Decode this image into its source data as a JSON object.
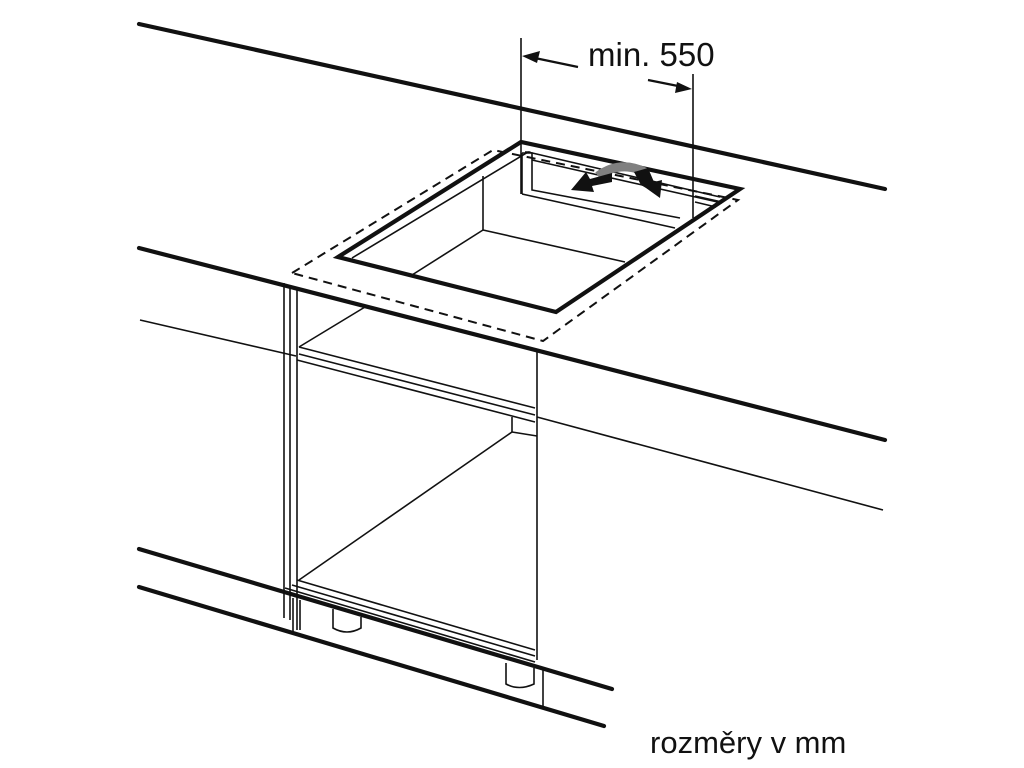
{
  "diagram": {
    "type": "installation-drawing",
    "subject": "built-in cooktop countertop cutout above base cabinet",
    "dimension": {
      "label": "min. 550",
      "meaning": "minimum width between cutout edges"
    },
    "units_note": "rozměry v mm",
    "colors": {
      "line": "#111111",
      "background": "#ffffff",
      "arrow_shadow": "#808080"
    }
  }
}
